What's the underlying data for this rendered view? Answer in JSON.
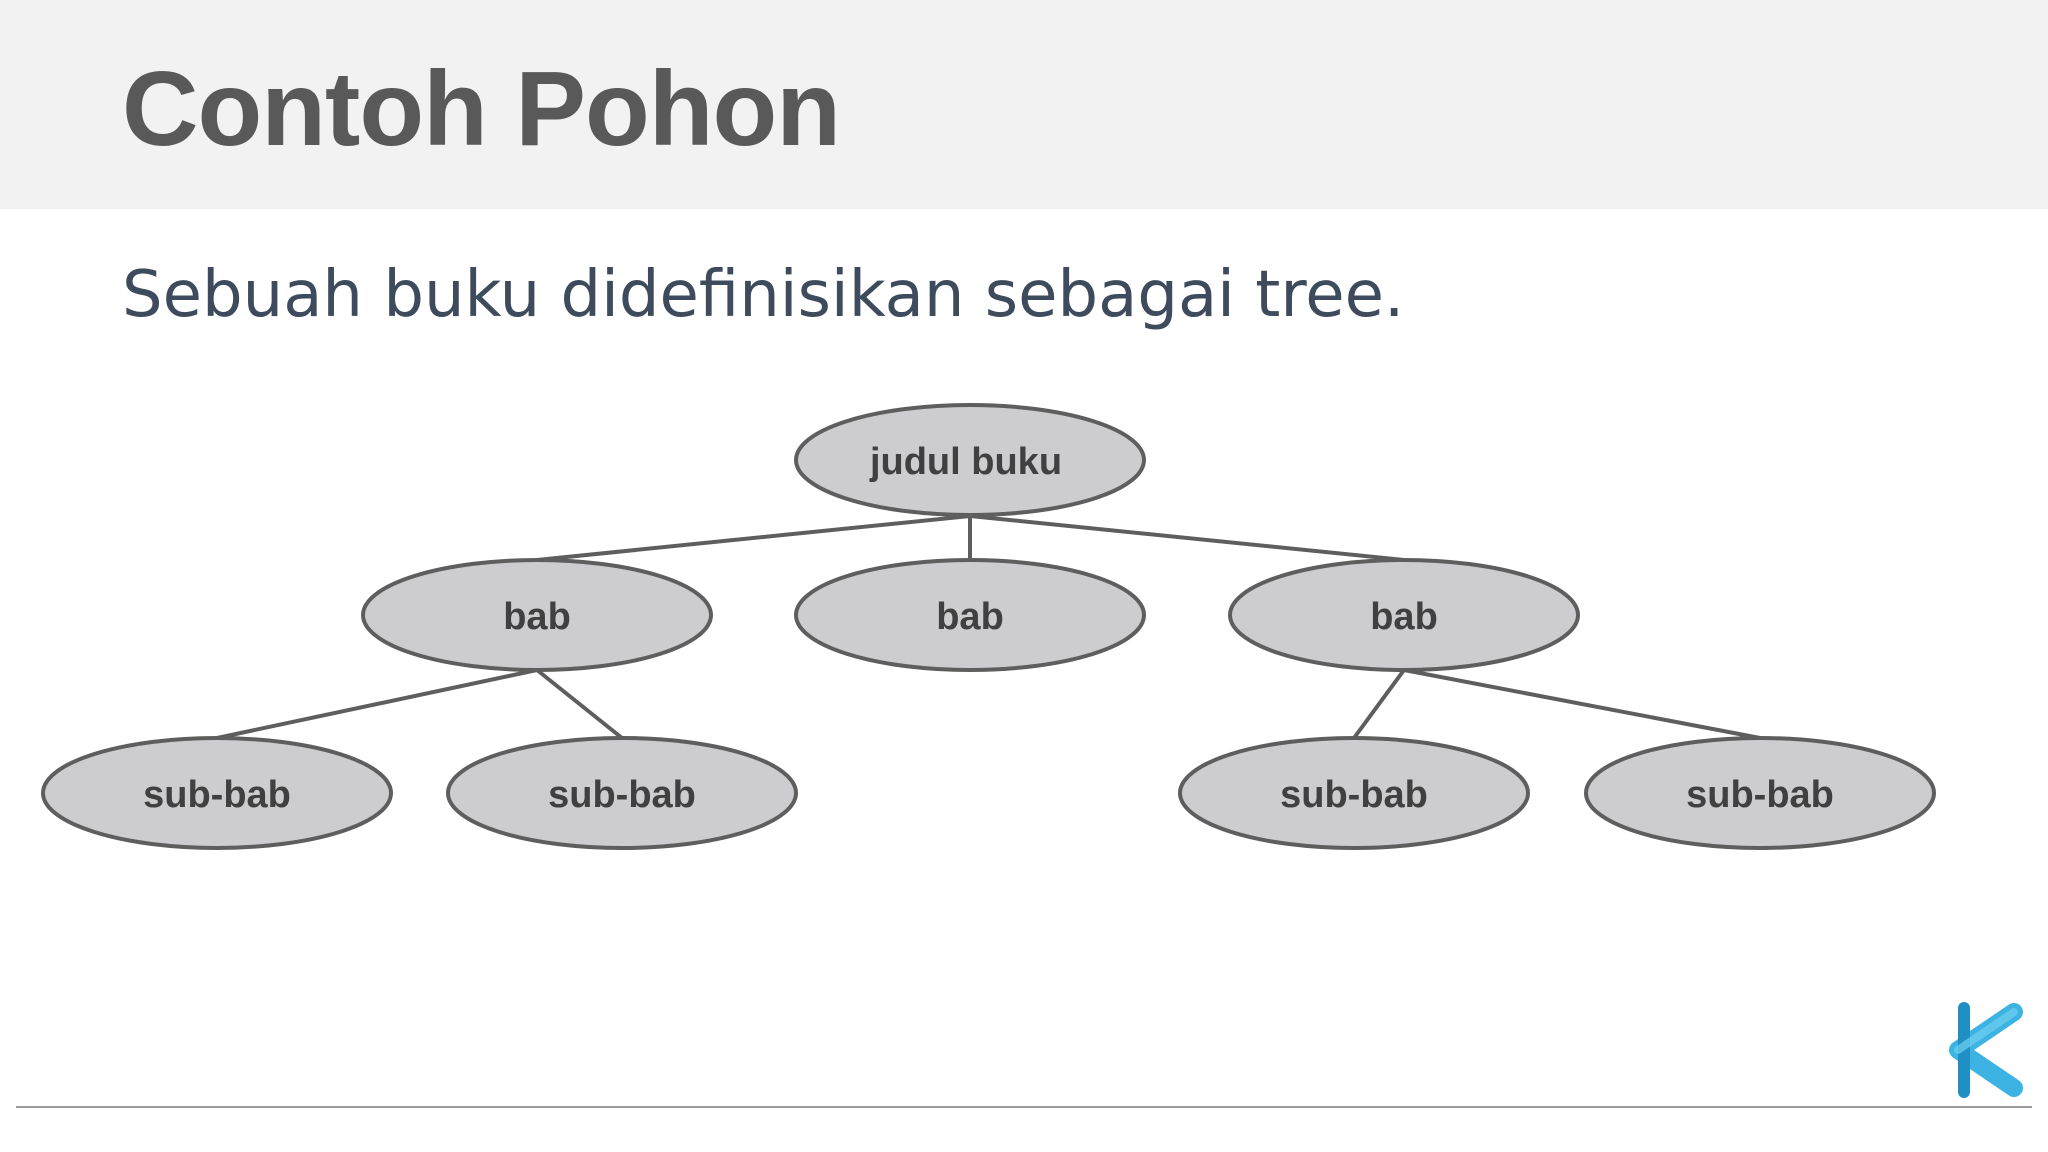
{
  "slide": {
    "title": "Contoh Pohon",
    "subtitle": "Sebuah buku didefinisikan sebagai tree."
  },
  "tree": {
    "nodes": [
      {
        "id": "root",
        "label": "judul buku"
      },
      {
        "id": "bab1",
        "label": "bab"
      },
      {
        "id": "bab2",
        "label": "bab"
      },
      {
        "id": "bab3",
        "label": "bab"
      },
      {
        "id": "sub1",
        "label": "sub-bab"
      },
      {
        "id": "sub2",
        "label": "sub-bab"
      },
      {
        "id": "sub3",
        "label": "sub-bab"
      },
      {
        "id": "sub4",
        "label": "sub-bab"
      }
    ],
    "edges": [
      [
        "root",
        "bab1"
      ],
      [
        "root",
        "bab2"
      ],
      [
        "root",
        "bab3"
      ],
      [
        "bab1",
        "sub1"
      ],
      [
        "bab1",
        "sub2"
      ],
      [
        "bab3",
        "sub3"
      ],
      [
        "bab3",
        "sub4"
      ]
    ]
  },
  "colors": {
    "header_band": "#f2f2f2",
    "title_text": "#595959",
    "subtitle_text": "#3d4b5c",
    "node_fill": "#cdccce",
    "node_stroke": "#5e5e5e",
    "logo_accent": "#3db3e3"
  },
  "logo": {
    "icon": "k-chevron-logo-icon"
  }
}
